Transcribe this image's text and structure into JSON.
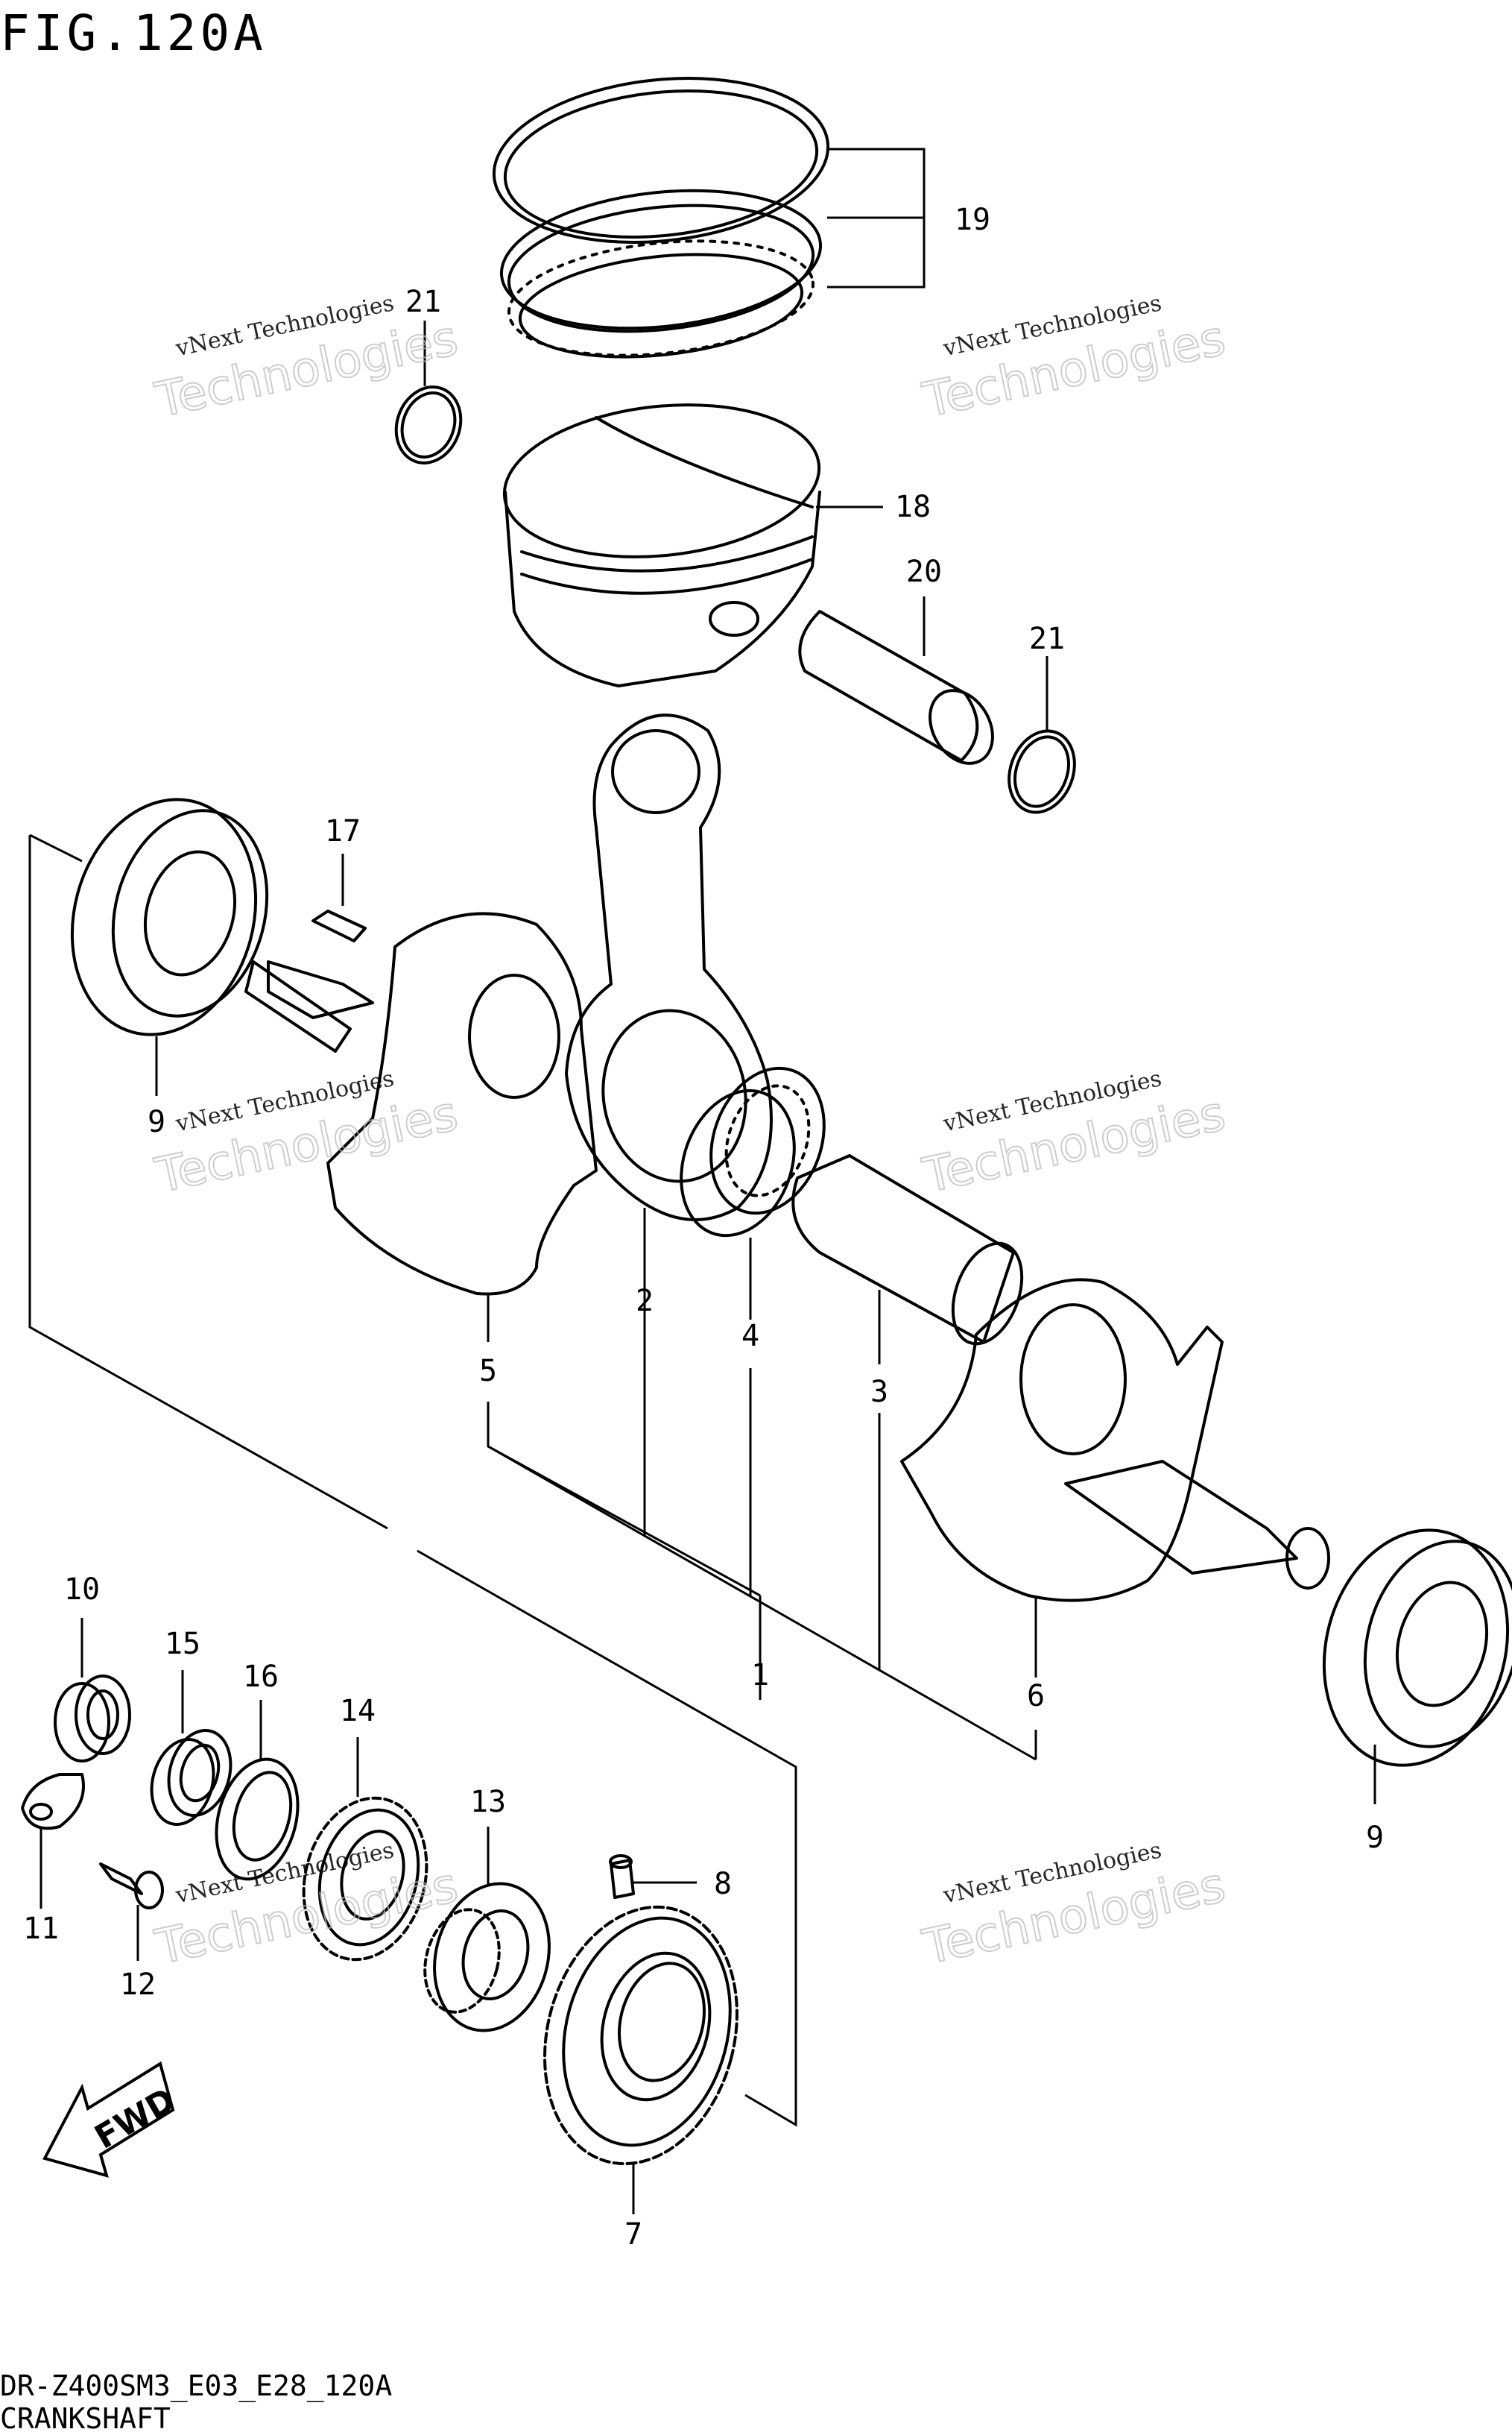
{
  "figure_title": "FIG.120A",
  "model_code": "DR-Z400SM3_E03_E28_120A",
  "section_name": "CRANKSHAFT",
  "fwd_label": "FWD",
  "watermark": {
    "line1": "vNext Technologies",
    "line2": "Technologies"
  },
  "callouts": [
    "19",
    "21",
    "18",
    "20",
    "21",
    "17",
    "9",
    "2",
    "4",
    "3",
    "5",
    "1",
    "6",
    "9",
    "10",
    "15",
    "16",
    "14",
    "13",
    "8",
    "11",
    "12",
    "7"
  ]
}
